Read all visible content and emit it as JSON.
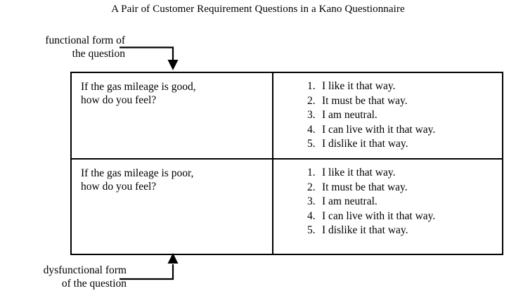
{
  "title": "A Pair of Customer Requirement Questions in a Kano Questionnaire",
  "callouts": {
    "functional": {
      "line1": "functional form of",
      "line2": "the question",
      "arrow_icon": "arrow-down-icon"
    },
    "dysfunctional": {
      "line1": "dysfunctional form",
      "line2": "of the question",
      "arrow_icon": "arrow-up-icon"
    }
  },
  "table": {
    "rows": [
      {
        "question_line1": "If the gas mileage is good,",
        "question_line2": "how do you feel?",
        "answers": [
          {
            "num": "1.",
            "text": "I like it that way."
          },
          {
            "num": "2.",
            "text": "It must be that way."
          },
          {
            "num": "3.",
            "text": "I am neutral."
          },
          {
            "num": "4.",
            "text": "I can live with it that way."
          },
          {
            "num": "5.",
            "text": "I dislike it that way."
          }
        ]
      },
      {
        "question_line1": "If the gas mileage is poor,",
        "question_line2": "how do you feel?",
        "answers": [
          {
            "num": "1.",
            "text": "I like it that way."
          },
          {
            "num": "2.",
            "text": "It must be that way."
          },
          {
            "num": "3.",
            "text": "I am neutral."
          },
          {
            "num": "4.",
            "text": "I can live with it that way."
          },
          {
            "num": "5.",
            "text": "I dislike it that way."
          }
        ]
      }
    ]
  },
  "colors": {
    "ink": "#000000",
    "background": "#ffffff"
  }
}
